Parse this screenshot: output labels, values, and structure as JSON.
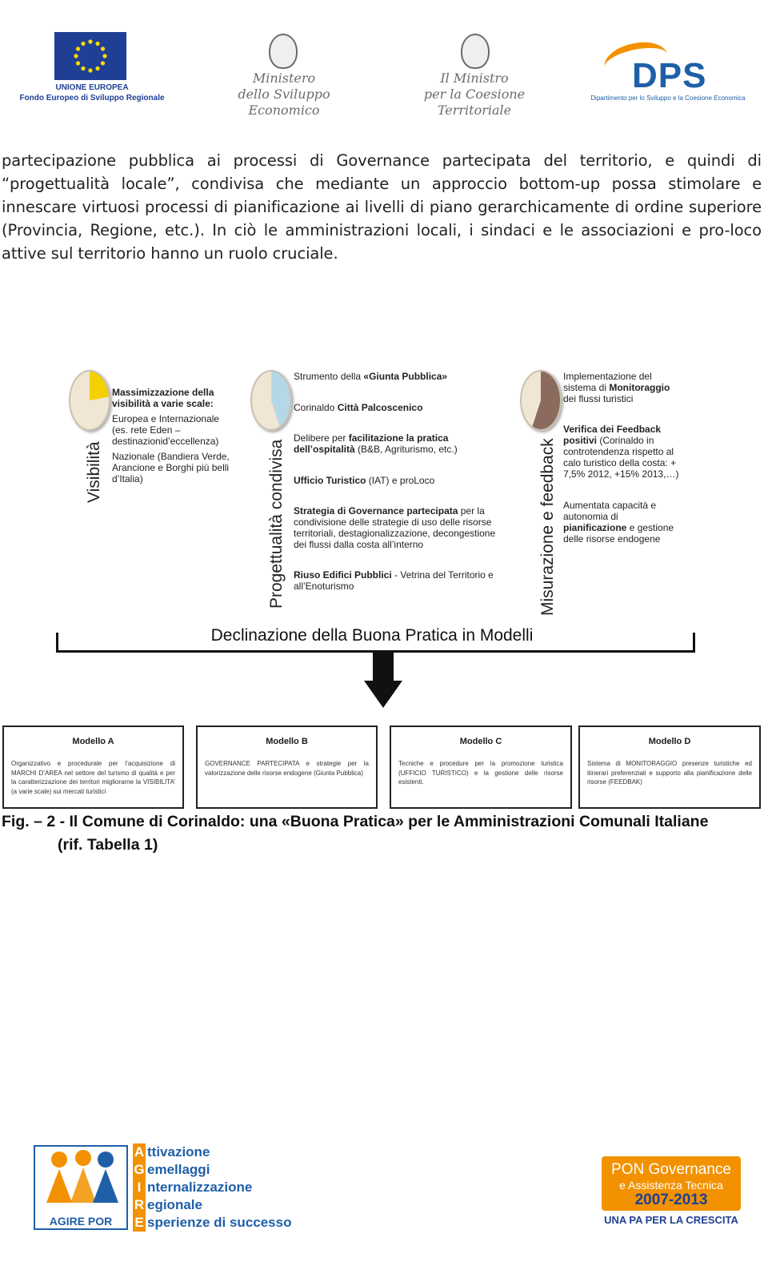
{
  "header": {
    "eu_caption_line1": "UNIONE EUROPEA",
    "eu_caption_line2": "Fondo Europeo di Sviluppo Regionale",
    "min1_line1": "Ministero",
    "min1_line2": "dello Sviluppo Economico",
    "min2_line1": "Il Ministro",
    "min2_line2": "per la Coesione Territoriale",
    "dps_logo": "DPS",
    "dps_sub": "Dipartimento per lo Sviluppo e la Coesione Economica"
  },
  "paragraph": "partecipazione pubblica ai processi di Governance partecipata del territorio, e quindi di “progettualità locale”, condivisa che mediante un approccio bottom-up possa stimolare e innescare virtuosi processi di pianificazione ai livelli di piano gerarchicamente di ordine superiore (Provincia, Regione, etc.). In ciò le amministrazioni locali, i sindaci e le associazioni e pro-loco attive sul territorio hanno un ruolo cruciale.",
  "diagram": {
    "col1": {
      "label": "Visibilità",
      "title": "Massimizzazione della visibilità a varie scale:",
      "item1": "Europea e Internazionale (es. rete Eden – destinazionid’eccellenza)",
      "item2": "Nazionale (Bandiera Verde, Arancione e Borghi più belli d’Italia)"
    },
    "col2": {
      "label": "Progettualità condivisa",
      "item1_pre": "Strumento della ",
      "item1_bold": "«Giunta Pubblica»",
      "item2_pre": "Corinaldo ",
      "item2_bold": "Città Palcoscenico",
      "item3_pre": "Delibere per ",
      "item3_bold": "facilitazione la pratica dell’ospitalità",
      "item3_post": " (B&B, Agriturismo, etc.)",
      "item4_bold": "Ufficio Turistico",
      "item4_post": " (IAT) e proLoco",
      "item5_bold": "Strategia di Governance partecipata",
      "item5_post": " per la condivisione delle strategie di uso delle risorse territoriali, destagionalizzazione, decongestione dei flussi dalla costa all’interno",
      "item6_bold": "Riuso Edifici Pubblici",
      "item6_post": " - Vetrina del Territorio e all’Enoturismo"
    },
    "col3": {
      "label": "Misurazione e feedback",
      "item1_pre": "Implementazione del sistema di ",
      "item1_bold": "Monitoraggio",
      "item1_post": " dei flussi turistici",
      "item2_bold": "Verifica dei Feedback positivi",
      "item2_post": " (Corinaldo in controtendenza rispetto al calo turistico della costa: + 7,5% 2012, +15% 2013,…)",
      "item3_pre": "Aumentata capacità e autonomia di ",
      "item3_bold": "pianificazione",
      "item3_post": " e gestione delle risorse endogene"
    },
    "declination": "Declinazione della Buona Pratica in Modelli",
    "models": [
      {
        "title": "Modello A",
        "body": "Organizzativo e procedurale per l’acquisizione di MARCHI D’AREA nel settore del turismo di qualità e per la caratterizzazione dei territori migliorarne la VISIBILITA’ (a varie scale) sui mercati turistici"
      },
      {
        "title": "Modello B",
        "body": "GOVERNANCE PARTECIPATA e strategie per la valorizzazione delle risorse endogene (Giunta Pubblica)"
      },
      {
        "title": "Modello C",
        "body": "Tecniche e procedure per la promozione turistica (UFFICIO TURISTICO) e la gestione delle risorse esistenti."
      },
      {
        "title": "Modello D",
        "body": "Sistema di MONITORAGGIO presenze turistiche ed itinerari preferenziali e supporto alla pianificazione delle risorse (FEEDBAK)"
      }
    ]
  },
  "caption_line1": "Fig. – 2 - Il Comune di Corinaldo: una «Buona Pratica» per le Amministrazioni Comunali Italiane",
  "caption_line2": "(rif. Tabella 1)",
  "footer": {
    "agire_brand": "AGIRE POR",
    "agire_lines": [
      {
        "cap": "A",
        "rest": "ttivazione"
      },
      {
        "cap": "G",
        "rest": "emellaggi"
      },
      {
        "cap": "I",
        "rest": "nternalizzazione"
      },
      {
        "cap": "R",
        "rest": "egionale"
      },
      {
        "cap": "E",
        "rest": "sperienze di successo"
      }
    ],
    "pon_line1": "PON Governance",
    "pon_line2": "e Assistenza Tecnica",
    "pon_line3": "2007-2013",
    "pon_sub": "UNA PA PER LA CRESCITA"
  }
}
